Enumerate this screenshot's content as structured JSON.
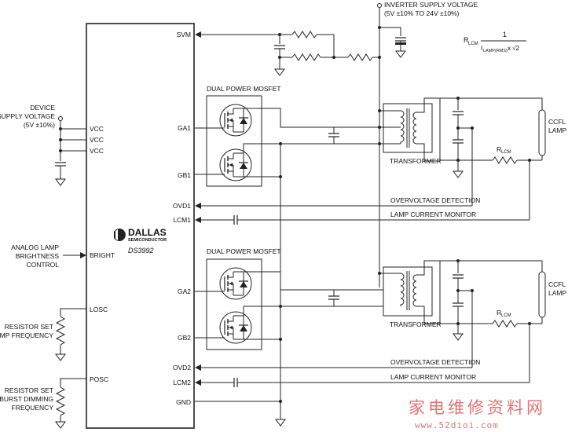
{
  "ic": {
    "vendor": "DALLAS",
    "vendor_sub": "SEMICONDUCTOR",
    "part": "DS3992",
    "pins_right": [
      "SVM",
      "GA1",
      "GB1",
      "OVD1",
      "LCM1",
      "GA2",
      "GB2",
      "OVD2",
      "LCM2",
      "GND"
    ],
    "pins_left": [
      "VCC",
      "VCC",
      "VCC",
      "BRIGHT",
      "LOSC",
      "POSC"
    ]
  },
  "supply": {
    "inverter_line1": "INVERTER SUPPLY VOLTAGE",
    "inverter_line2": "(5V ±10% TO 24V ±10%)",
    "device_line1": "DEVICE",
    "device_line2": "SUPPLY VOLTAGE",
    "device_line3": "(5V ±10%)"
  },
  "formula": {
    "lhs": "R",
    "lhs_sub": "LCM",
    "numerator": "1",
    "denominator": "I",
    "denominator_sub": "LAMP(RMS)",
    "denominator_rest": " x √2"
  },
  "labels": {
    "mosfet1": "DUAL POWER MOSFET",
    "mosfet2": "DUAL POWER MOSFET",
    "transformer1": "TRANSFORMER",
    "transformer2": "TRANSFORMER",
    "lamp1_l1": "CCFL",
    "lamp1_l2": "LAMP",
    "lamp2_l1": "CCFL",
    "lamp2_l2": "LAMP",
    "rlcm1": "R",
    "rlcm1_sub": "LCM",
    "rlcm2": "R",
    "rlcm2_sub": "LCM",
    "ovd1": "OVERVOLTAGE DETECTION",
    "lcm1": "LAMP CURRENT MONITOR",
    "ovd2": "OVERVOLTAGE DETECTION",
    "lcm2": "LAMP CURRENT MONITOR",
    "analog_l1": "ANALOG LAMP",
    "analog_l2": "BRIGHTNESS",
    "analog_l3": "CONTROL",
    "rlamp_l1": "RESISTOR SET",
    "rlamp_l2": "LAMP FREQUENCY",
    "rburst_l1": "RESISTOR SET",
    "rburst_l2": "BURST DIMMING",
    "rburst_l3": "FREQUENCY"
  },
  "watermark": {
    "line1": "家电维修资料网",
    "line2": "www.52dioi.com"
  },
  "colors": {
    "wire": "#222222",
    "watermark": "#e05a5a"
  }
}
